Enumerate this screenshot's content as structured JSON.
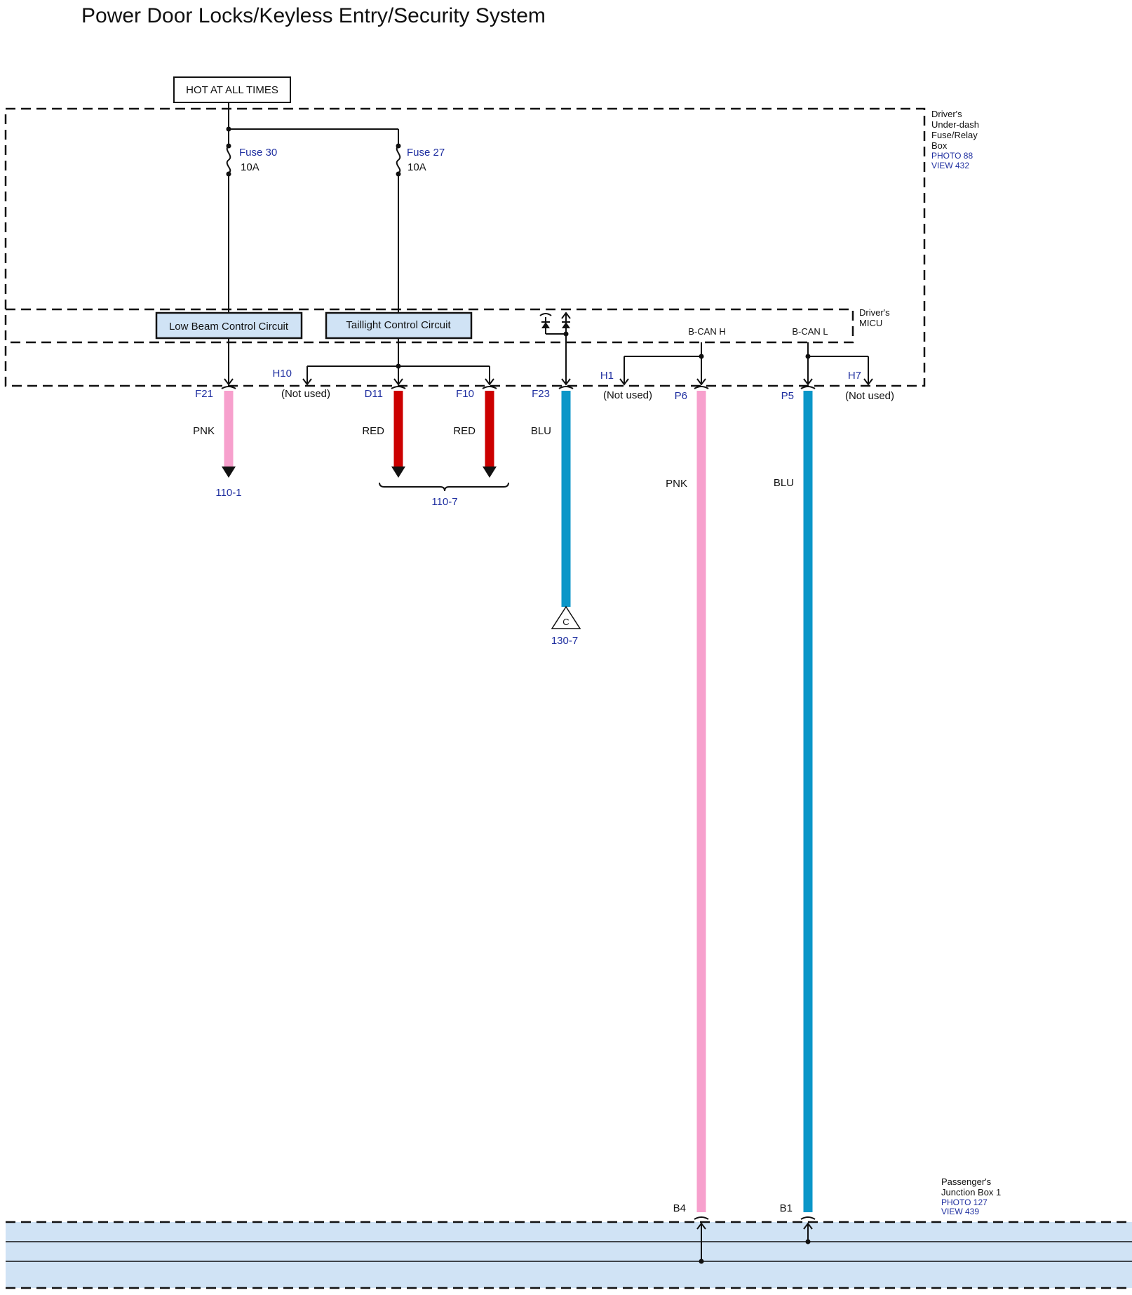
{
  "title": "Power Door Locks/Keyless Entry/Security System",
  "hot_label": "HOT AT ALL TIMES",
  "boxes": {
    "under_dash": {
      "name_lines": [
        "Driver's",
        "Under-dash",
        "Fuse/Relay",
        "Box"
      ],
      "photo": "PHOTO 88",
      "view": "VIEW 432"
    },
    "micu": {
      "name_lines": [
        "Driver's",
        "MICU"
      ]
    },
    "junction": {
      "name_lines": [
        "Passenger's",
        "Junction Box 1"
      ],
      "photo": "PHOTO 127",
      "view": "VIEW 439"
    }
  },
  "fuses": [
    {
      "name": "Fuse 30",
      "rating": "10A"
    },
    {
      "name": "Fuse 27",
      "rating": "10A"
    }
  ],
  "circuits": {
    "low_beam": "Low Beam Control Circuit",
    "taillight": "Taillight Control Circuit"
  },
  "signals": {
    "bcan_h": "B-CAN H",
    "bcan_l": "B-CAN L"
  },
  "connectors": {
    "f21": "F21",
    "h10": "H10",
    "d11": "D11",
    "f10": "F10",
    "f23": "F23",
    "h1": "H1",
    "p6": "P6",
    "p5": "P5",
    "h7": "H7",
    "b4": "B4",
    "b1": "B1"
  },
  "not_used": "(Not used)",
  "wire_colors": {
    "pnk": "PNK",
    "red": "RED",
    "blu": "BLU"
  },
  "references": {
    "r1101": "110-1",
    "r1107": "110-7",
    "r1307": "130-7"
  },
  "ground_symbol": "C",
  "colors": {
    "box_fill": "#d0e3f5",
    "pink": "#f7a0cd",
    "red": "#cc0000",
    "blue": "#0a96c8",
    "label_blue": "#1f2fa0"
  }
}
